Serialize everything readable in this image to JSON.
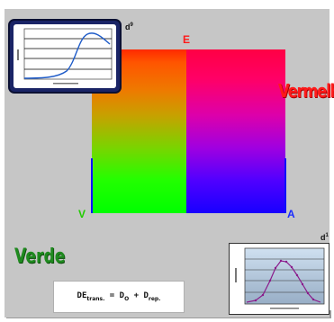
{
  "labels": {
    "e": "E",
    "v": "V",
    "a": "A",
    "vermelho": "Vermelho",
    "verde": "Verde",
    "d9_base": "d",
    "d9_sup": "9",
    "d1_base": "d",
    "d1_sup": "1"
  },
  "formula": {
    "de": "DE",
    "de_sub": "trans.",
    "eq": " = ",
    "d1": "D",
    "d1_sub": "O",
    "plus": " + ",
    "d2": "D",
    "d2_sub": "rep."
  },
  "colors": {
    "background": "#c6c6c6",
    "red": "#ff1a1a",
    "green": "#22cc00",
    "blue": "#1a2cff",
    "verde_text": "#1f8a1f",
    "thumb_frame": "#1a2466",
    "curve_blue": "#1e5bc8",
    "curve_purple": "#8a1a8a"
  },
  "thumbnails": [
    {
      "name": "top-left",
      "curve_color": "blue",
      "shape": "sigmoid-peak"
    },
    {
      "name": "bottom-right",
      "curve_color": "purple",
      "shape": "bell"
    }
  ]
}
